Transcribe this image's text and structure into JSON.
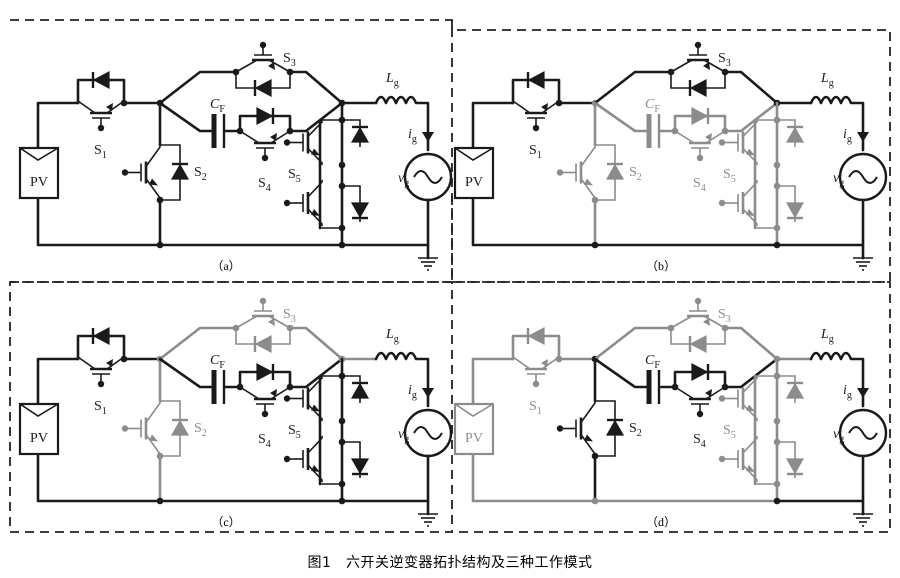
{
  "caption": "图1　六开关逆变器拓扑结构及三种工作模式",
  "colors": {
    "active": "#1a1a1a",
    "inactive": "#8c8c8c",
    "frame": "#222222"
  },
  "labels": {
    "pv": "PV",
    "s1": "S",
    "s1_sub": "1",
    "s2": "S",
    "s2_sub": "2",
    "s3": "S",
    "s3_sub": "3",
    "s4": "S",
    "s4_sub": "4",
    "s5": "S",
    "s5_sub": "5",
    "cf": "C",
    "cf_sub": "F",
    "lg": "L",
    "lg_sub": "g",
    "ig": "i",
    "ig_sub": "g",
    "vg": "v",
    "vg_sub": "g"
  },
  "panels": [
    {
      "id": "a",
      "label": "（a）",
      "dashed": true,
      "state": {
        "s1": true,
        "s2": true,
        "s3": true,
        "s4": true,
        "s5": true,
        "pv": true,
        "cf": true,
        "bridge": true
      }
    },
    {
      "id": "b",
      "label": "（b）",
      "dashed": true,
      "state": {
        "s1": true,
        "s2": false,
        "s3": true,
        "s4": false,
        "s5": false,
        "pv": true,
        "cf": false,
        "bridge": true
      }
    },
    {
      "id": "c",
      "label": "（c）",
      "dashed": true,
      "state": {
        "s1": true,
        "s2": false,
        "s3": false,
        "s4": true,
        "s5": true,
        "pv": true,
        "cf": true,
        "bridge": false
      }
    },
    {
      "id": "d",
      "label": "（d）",
      "dashed": false,
      "state": {
        "s1": false,
        "s2": true,
        "s3": false,
        "s4": true,
        "s5": false,
        "pv": false,
        "cf": true,
        "bridge": false
      }
    }
  ]
}
